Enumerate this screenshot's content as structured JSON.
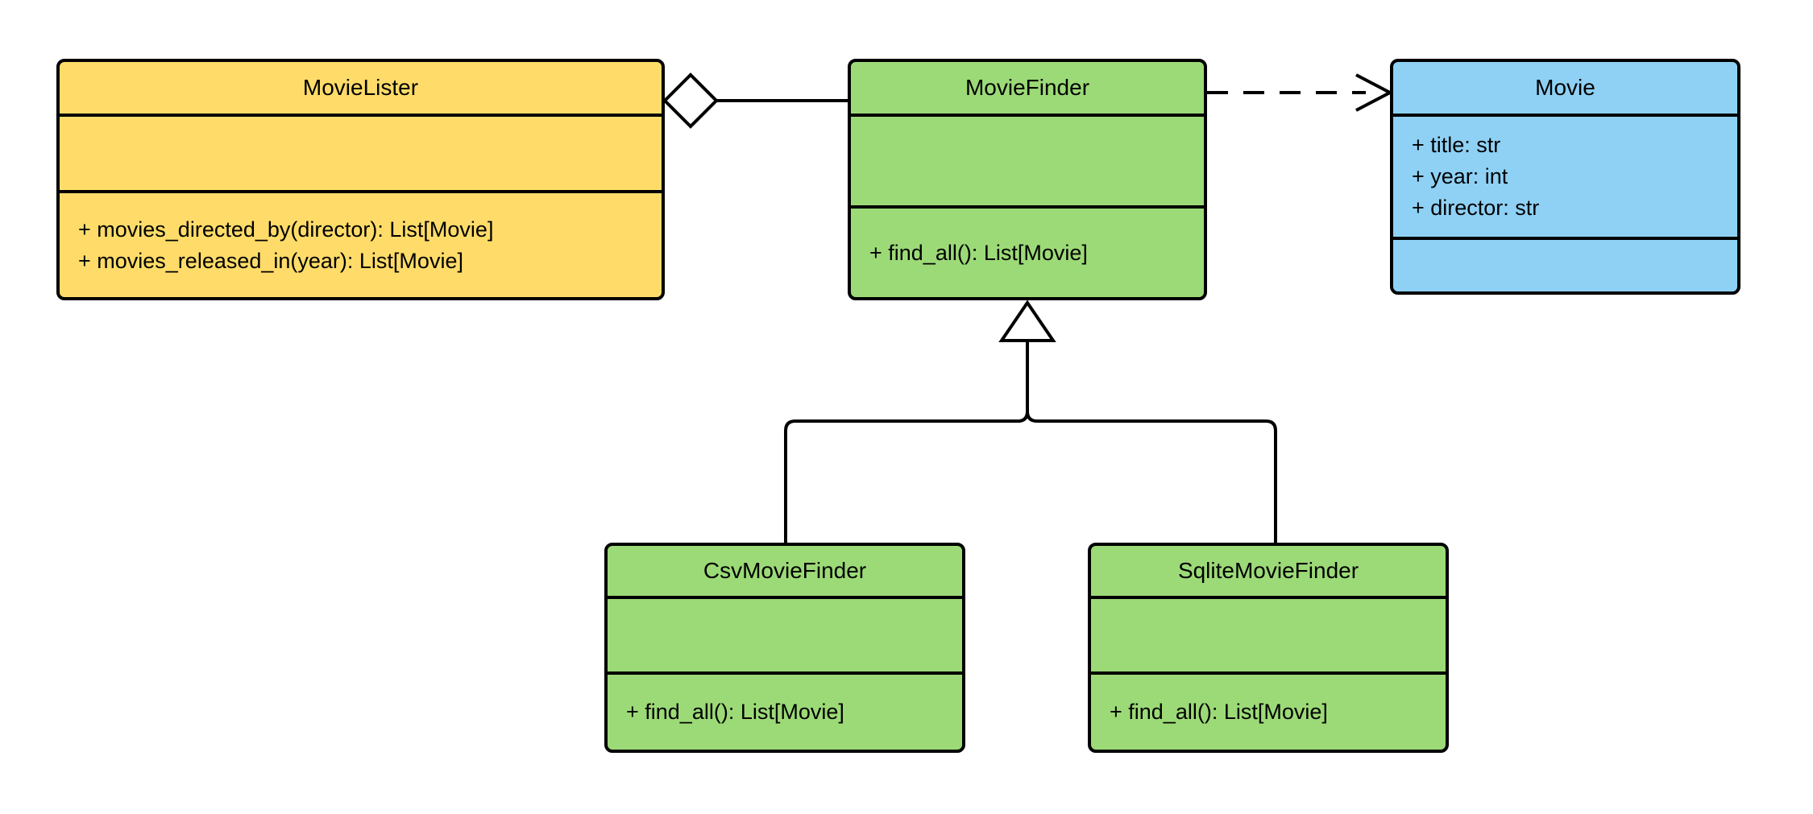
{
  "diagram": {
    "kind": "uml-class-diagram",
    "background": "#FFFFFF"
  },
  "colors": {
    "class-yellow": "#FFDC69",
    "class-green": "#9CDA77",
    "class-blue": "#8FD1F5",
    "stroke": "#000000",
    "canvas-bg": "#FFFFFF"
  },
  "classes": [
    {
      "name": "MovieLister",
      "color": "yellow",
      "attributes": [],
      "methods": [
        "+ movies_directed_by(director): List[Movie]",
        "+ movies_released_in(year): List[Movie]"
      ]
    },
    {
      "name": "MovieFinder",
      "color": "green",
      "attributes": [],
      "methods": [
        "+ find_all(): List[Movie]"
      ]
    },
    {
      "name": "Movie",
      "color": "blue",
      "attributes": [
        "+ title: str",
        "+ year: int",
        "+ director: str"
      ],
      "methods": []
    },
    {
      "name": "CsvMovieFinder",
      "color": "green",
      "attributes": [],
      "methods": [
        "+ find_all(): List[Movie]"
      ]
    },
    {
      "name": "SqliteMovieFinder",
      "color": "green",
      "attributes": [],
      "methods": [
        "+ find_all(): List[Movie]"
      ]
    }
  ],
  "relationships": [
    {
      "type": "aggregation",
      "from": "MovieLister",
      "to": "MovieFinder"
    },
    {
      "type": "dependency",
      "from": "MovieFinder",
      "to": "Movie"
    },
    {
      "type": "inheritance",
      "from": "CsvMovieFinder",
      "to": "MovieFinder"
    },
    {
      "type": "inheritance",
      "from": "SqliteMovieFinder",
      "to": "MovieFinder"
    }
  ]
}
